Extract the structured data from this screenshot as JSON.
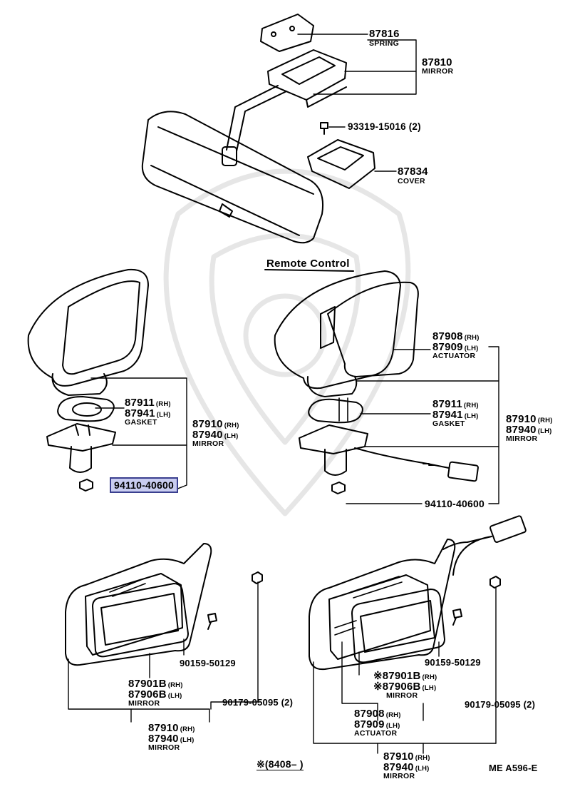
{
  "section_title": "Remote Control",
  "figure_code": "ME  A596-E",
  "footnote": "※(8408–      )",
  "colors": {
    "highlight_fill": "#c9cdf0",
    "highlight_border": "#3a3f8f",
    "ink": "#000000"
  },
  "rearview": {
    "spring_num": "87816",
    "spring_name": "SPRING",
    "mirror_num": "87810",
    "mirror_name": "MIRROR",
    "screw": "93319-15016 (2)",
    "cover_num": "87834",
    "cover_name": "COVER"
  },
  "left_fender": {
    "gasket_rh": "87911",
    "gasket_lh": "87941",
    "gasket_name": "GASKET",
    "mirror_rh": "87910",
    "mirror_lh": "87940",
    "mirror_name": "MIRROR",
    "nut": "94110-40600"
  },
  "right_fender": {
    "actuator_rh": "87908",
    "actuator_lh": "87909",
    "actuator_name": "ACTUATOR",
    "gasket_rh": "87911",
    "gasket_lh": "87941",
    "gasket_name": "GASKET",
    "mirror_rh": "87910",
    "mirror_lh": "87940",
    "mirror_name": "MIRROR",
    "nut": "94110-40600"
  },
  "left_door": {
    "screw": "90159-50129",
    "glass_rh": "87901B",
    "glass_lh": "87906B",
    "glass_name": "MIRROR",
    "nut": "90179-05095 (2)",
    "mirror_rh": "87910",
    "mirror_lh": "87940",
    "mirror_name": "MIRROR"
  },
  "right_door": {
    "screw": "90159-50129",
    "glass_rh": "※87901B",
    "glass_lh": "※87906B",
    "glass_name": "MIRROR",
    "nut": "90179-05095 (2)",
    "actuator_rh": "87908",
    "actuator_lh": "87909",
    "actuator_name": "ACTUATOR",
    "mirror_rh": "87910",
    "mirror_lh": "87940",
    "mirror_name": "MIRROR"
  },
  "side_marks": {
    "rh": "(RH)",
    "lh": "(LH)"
  }
}
